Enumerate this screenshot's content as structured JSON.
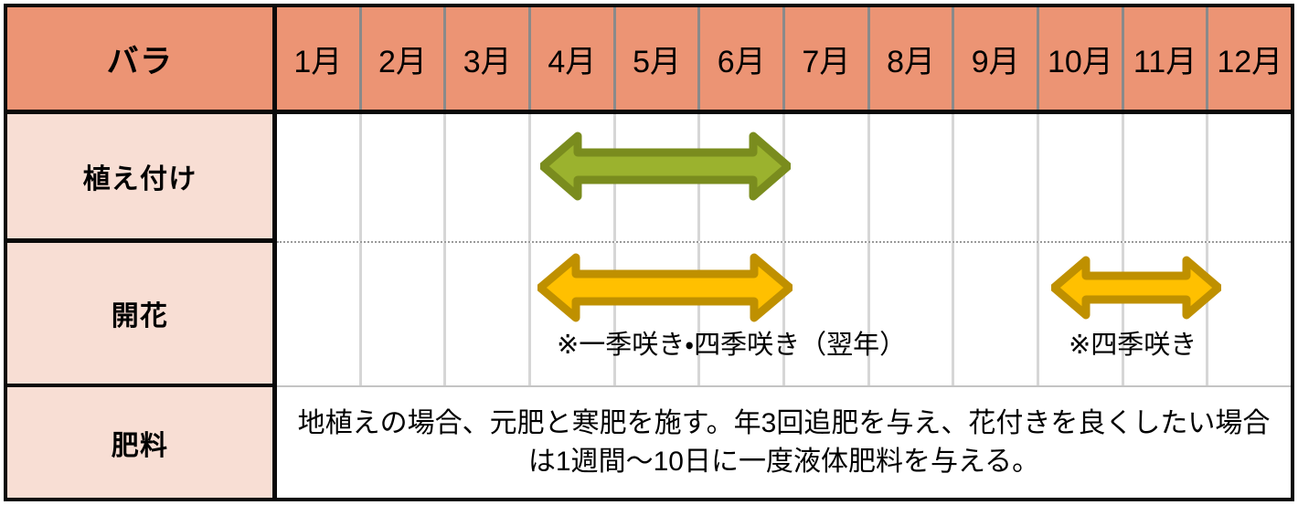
{
  "chart_data": {
    "type": "table",
    "title": "バラ",
    "categories": [
      "1月",
      "2月",
      "3月",
      "4月",
      "5月",
      "6月",
      "7月",
      "8月",
      "9月",
      "10月",
      "11月",
      "12月"
    ],
    "xlabel": "月",
    "ylabel": "",
    "grid": true,
    "legend": "none",
    "series": [
      {
        "name": "植え付け",
        "color": "#9BB22E",
        "type": "span-arrow",
        "spans": [
          {
            "start_month": 4,
            "end_month": 6,
            "label": ""
          }
        ]
      },
      {
        "name": "開花",
        "color": "#FFC000",
        "type": "span-arrow",
        "spans": [
          {
            "start_month": 4,
            "end_month": 6,
            "label": "※一季咲き・四季咲き（翌年）"
          },
          {
            "start_month": 10,
            "end_month": 11,
            "label": "※四季咲き"
          }
        ]
      },
      {
        "name": "肥料",
        "color": "#000000",
        "type": "text",
        "spans": []
      }
    ]
  },
  "header": {
    "plant_name": "バラ",
    "months": [
      "1月",
      "2月",
      "3月",
      "4月",
      "5月",
      "6月",
      "7月",
      "8月",
      "9月",
      "10月",
      "11月",
      "12月"
    ]
  },
  "rows": {
    "planting": {
      "label": "植え付け"
    },
    "blooming": {
      "label": "開花",
      "caption_1": "※一季咲き・四季咲き（翌年）",
      "caption_2": "※四季咲き"
    },
    "fertilizer": {
      "label": "肥料",
      "line_1": "地植えの場合、元肥と寒肥を施す。年3回追肥を与え、花付きを良くしたい場合",
      "line_2": "は1週間〜10日に一度液体肥料を与える。"
    }
  },
  "colors": {
    "header_bg": "#EC9474",
    "label_bg": "#F8DED4",
    "border": "#0A0A0A",
    "gridline": "#D6D6D6",
    "arrow_green_fill": "#9BB22E",
    "arrow_green_stroke": "#7A8C1E",
    "arrow_yellow_fill": "#FFC000",
    "arrow_yellow_stroke": "#BF9000"
  }
}
